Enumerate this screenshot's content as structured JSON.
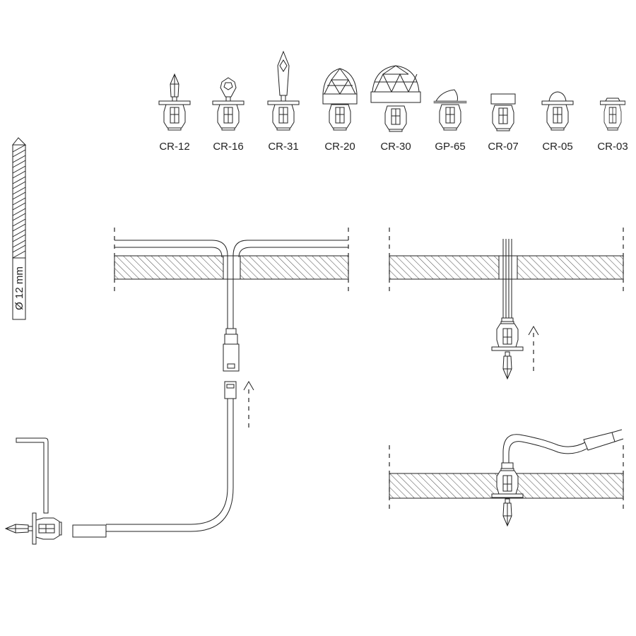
{
  "products": [
    {
      "code": "CR-12"
    },
    {
      "code": "CR-16"
    },
    {
      "code": "CR-31"
    },
    {
      "code": "CR-20"
    },
    {
      "code": "CR-30"
    },
    {
      "code": "GP-65"
    },
    {
      "code": "CR-07"
    },
    {
      "code": "CR-05"
    },
    {
      "code": "CR-03"
    }
  ],
  "drill": {
    "label": "Ø 12 mm"
  },
  "colors": {
    "line": "#222222",
    "flange_grey": "#999999"
  }
}
